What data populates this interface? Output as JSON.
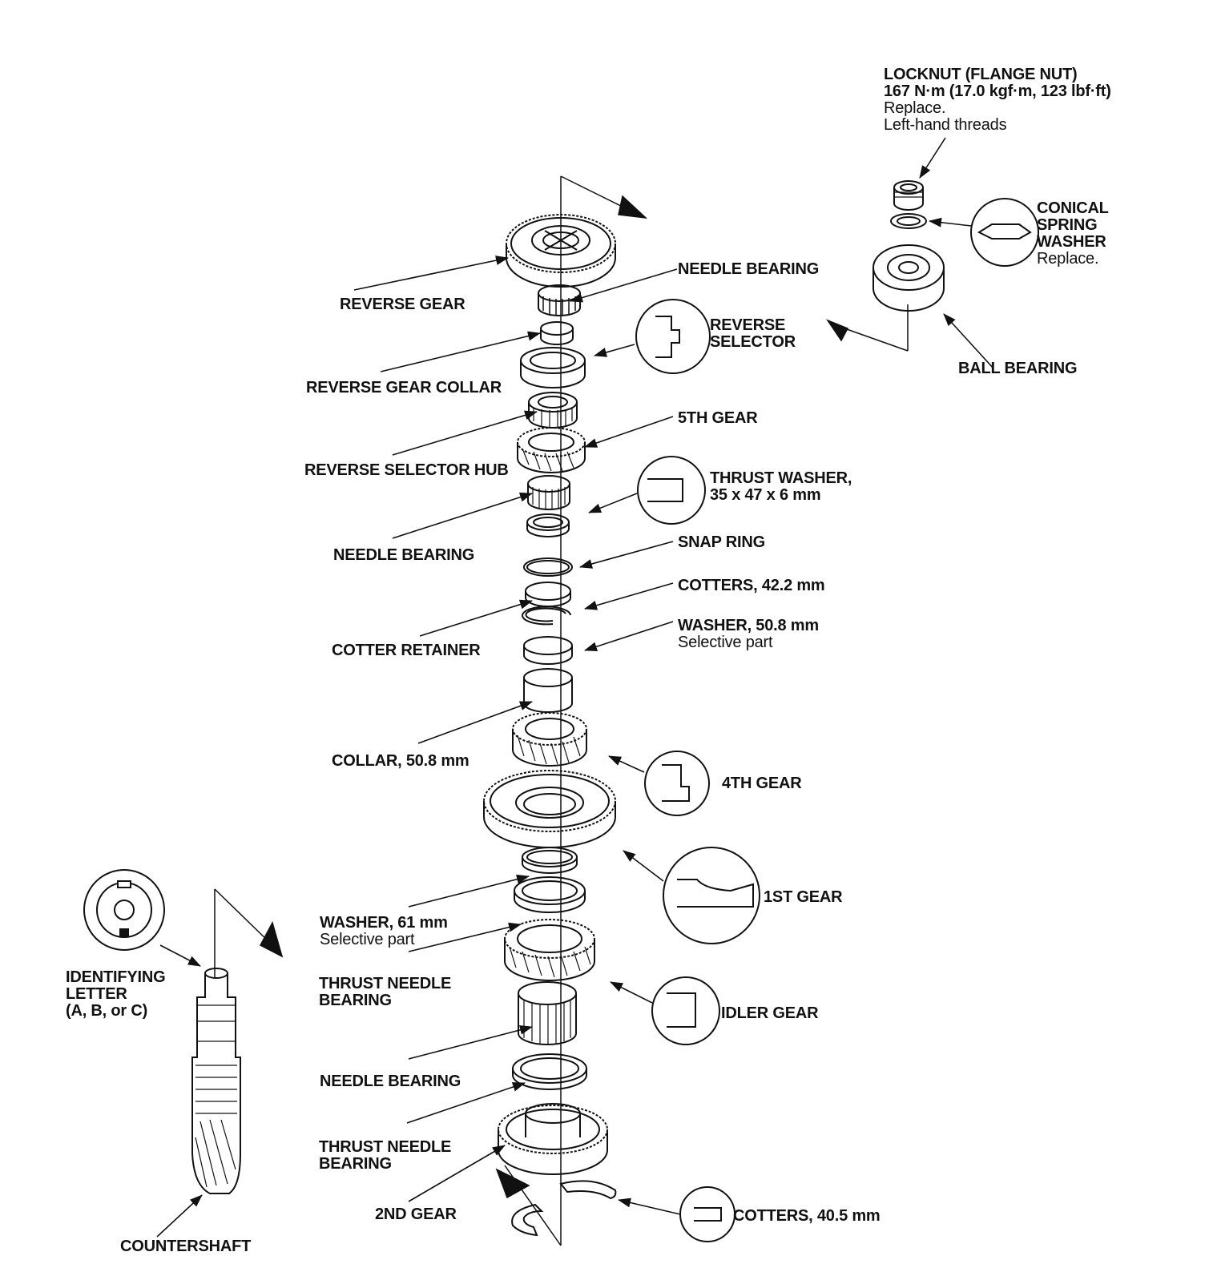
{
  "labels": {
    "locknut": {
      "title": "LOCKNUT (FLANGE NUT)",
      "torque": "167 N·m (17.0 kgf·m, 123 lbf·ft)",
      "note1": "Replace.",
      "note2": "Left-hand threads"
    },
    "conical_spring_washer": {
      "l1": "CONICAL",
      "l2": "SPRING",
      "l3": "WASHER",
      "note": "Replace."
    },
    "ball_bearing": "BALL BEARING",
    "needle_bearing_top": "NEEDLE BEARING",
    "reverse_gear": "REVERSE GEAR",
    "reverse_selector": {
      "l1": "REVERSE",
      "l2": "SELECTOR"
    },
    "reverse_gear_collar": "REVERSE GEAR COLLAR",
    "fifth_gear": "5TH GEAR",
    "reverse_selector_hub": "REVERSE SELECTOR HUB",
    "thrust_washer": {
      "l1": "THRUST WASHER,",
      "l2": "35 x 47 x 6 mm"
    },
    "needle_bearing_mid": "NEEDLE BEARING",
    "snap_ring": "SNAP RING",
    "cotters_42": "COTTERS, 42.2 mm",
    "cotter_retainer": "COTTER RETAINER",
    "washer_50": {
      "l1": "WASHER, 50.8 mm",
      "note": "Selective part"
    },
    "collar_50": "COLLAR, 50.8 mm",
    "fourth_gear": "4TH GEAR",
    "first_gear": "1ST GEAR",
    "washer_61": {
      "l1": "WASHER, 61 mm",
      "note": "Selective part"
    },
    "thrust_needle_bearing_1": {
      "l1": "THRUST NEEDLE",
      "l2": "BEARING"
    },
    "idler_gear": "IDLER GEAR",
    "identifying_letter": {
      "l1": "IDENTIFYING",
      "l2": "LETTER",
      "l3": "(A, B, or C)"
    },
    "needle_bearing_low": "NEEDLE BEARING",
    "thrust_needle_bearing_2": {
      "l1": "THRUST NEEDLE",
      "l2": "BEARING"
    },
    "second_gear": "2ND GEAR",
    "cotters_40": "COTTERS, 40.5 mm",
    "countershaft": "COUNTERSHAFT"
  }
}
